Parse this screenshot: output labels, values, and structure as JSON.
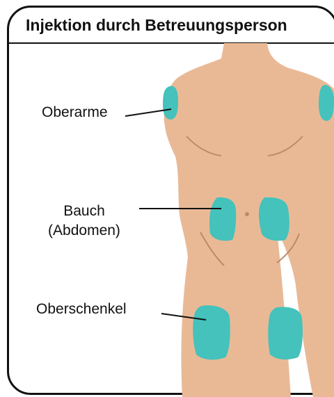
{
  "title": "Injektion durch Betreuungsperson",
  "labels": {
    "upper_arms": "Oberarme",
    "abdomen_line1": "Bauch",
    "abdomen_line2": "(Abdomen)",
    "thighs": "Oberschenkel"
  },
  "colors": {
    "skin": "#E9B996",
    "skin_line": "#C08966",
    "injection_zone": "#44C2BB",
    "frame": "#111111"
  }
}
